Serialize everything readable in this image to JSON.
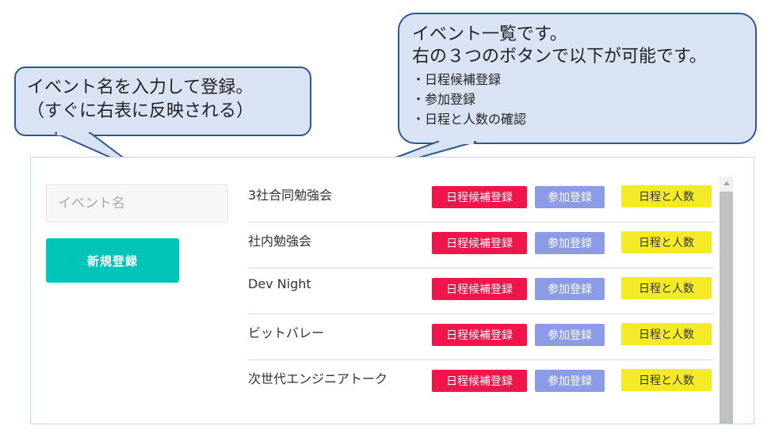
{
  "callouts": {
    "left": {
      "line1": "イベント名を入力して登録。",
      "line2": "（すぐに右表に反映される）"
    },
    "right": {
      "line1": "イベント一覧です。",
      "line2": "右の３つのボタンで以下が可能です。",
      "items": [
        "・日程候補登録",
        "・参加登録",
        "・日程と人数の確認"
      ]
    }
  },
  "form": {
    "event_name_placeholder": "イベント名",
    "event_name_value": "",
    "register_label": "新規登録"
  },
  "events": [
    {
      "name": "3社合同勉強会"
    },
    {
      "name": "社内勉強会"
    },
    {
      "name": "Dev Night"
    },
    {
      "name": "ビットバレー"
    },
    {
      "name": "次世代エンジニアトーク"
    }
  ],
  "row_buttons": {
    "candidate_label": "日程候補登録",
    "join_label": "参加登録",
    "confirm_label": "日程と人数"
  },
  "colors": {
    "callout_fill": "#dae3f3",
    "callout_border": "#2f5597",
    "register_button": "#00c4b8",
    "candidate_button": "#f0154b",
    "join_button": "#8b9be6",
    "confirm_button": "#f5ea28"
  },
  "icons": {
    "scroll_up": "scroll-up-arrow-icon"
  }
}
